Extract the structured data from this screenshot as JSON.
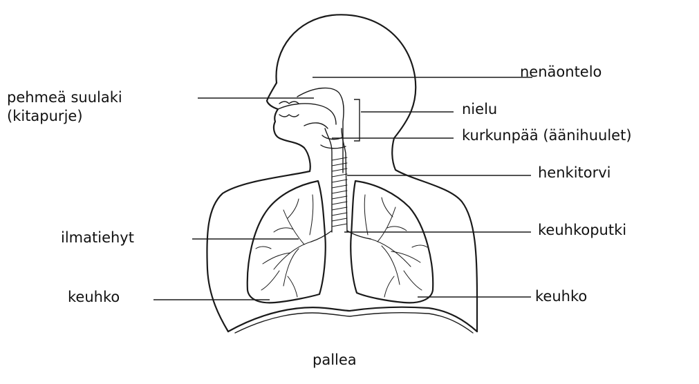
{
  "labels": {
    "nasal_cavity": "nenäontelo",
    "soft_palate_line1": "pehmeä suulaki",
    "soft_palate_line2": "(kitapurje)",
    "pharynx": "nielu",
    "larynx": "kurkunpää (äänihuulet)",
    "trachea": "henkitorvi",
    "bronchioles": "ilmatiehyt",
    "bronchus": "keuhkoputki",
    "lung_left": "keuhko",
    "lung_right": "keuhko",
    "diaphragm": "pallea"
  },
  "colors": {
    "ink": "#1a1a1a",
    "background": "#ffffff"
  }
}
